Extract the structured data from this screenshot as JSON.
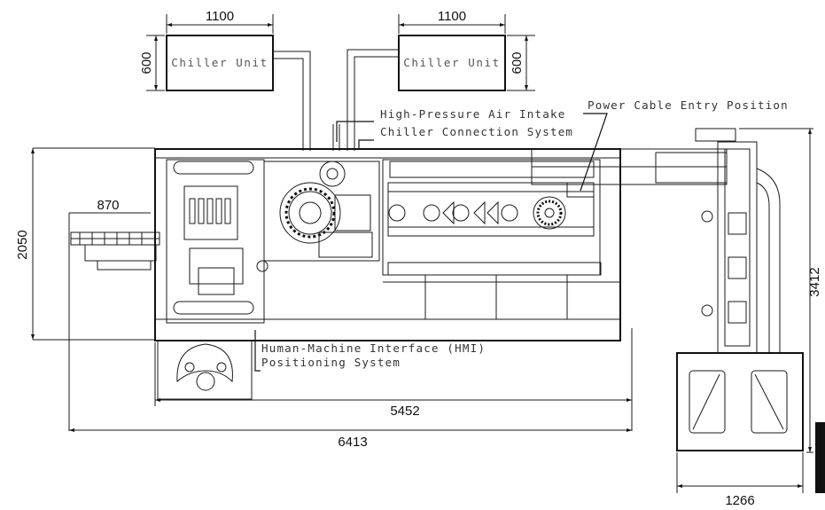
{
  "chillers": [
    {
      "label": "Chiller Unit",
      "width_dim": "1100",
      "depth_dim": "600"
    },
    {
      "label": "Chiller Unit",
      "width_dim": "1100",
      "depth_dim": "600"
    }
  ],
  "callouts": {
    "air_intake": "High-Pressure Air Intake",
    "chiller_connection": "Chiller Connection System",
    "power_cable": "Power Cable Entry Position",
    "hmi_line1": "Human-Machine Interface (HMI)",
    "hmi_line2": "Positioning System"
  },
  "dimensions": {
    "left_height": "2050",
    "feeder_width": "870",
    "main_length": "5452",
    "overall_length": "6413",
    "right_height": "3412",
    "conveyor_width": "1266"
  },
  "colors": {
    "line": "#1a1a1a",
    "label_gray": "#555555"
  }
}
